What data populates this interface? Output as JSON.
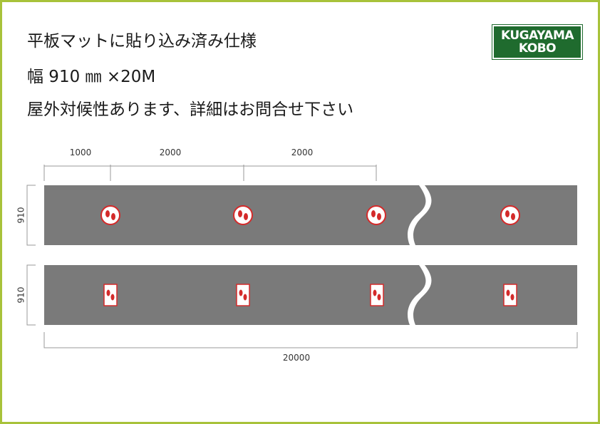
{
  "header": {
    "line1": "平板マットに貼り込み済み仕様",
    "line2": "幅 910 ㎜ ×20M",
    "line3": "屋外対候性あります、詳細はお問合せ下さい"
  },
  "logo": {
    "line1": "KUGAYAMA",
    "line2": "KOBO"
  },
  "dimensions": {
    "seg1": "1000",
    "seg2": "2000",
    "seg3": "2000",
    "width_row1": "910",
    "width_row2": "910",
    "total": "20000"
  },
  "colors": {
    "mat": "#7a7a7a",
    "frame": "#a8c23a",
    "logo_bg": "#1f6b2e",
    "sticker_red": "#d42a2a"
  },
  "stickers": {
    "row1_shape": "circle-footprints-icon",
    "row2_shape": "rectangle-footprints-icon",
    "count_per_row": 4
  }
}
